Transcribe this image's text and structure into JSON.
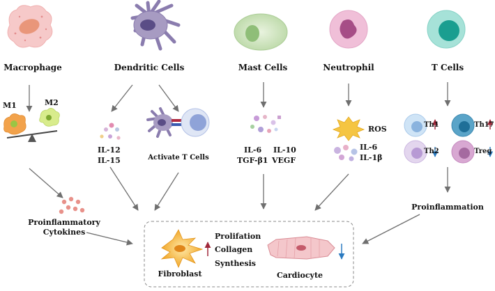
{
  "cells": {
    "macrophage": "Macrophage",
    "dendritic": "Dendritic Cells",
    "mast": "Mast Cells",
    "neutrophil": "Neutrophil",
    "tcells": "T Cells"
  },
  "macrophage_branch": {
    "m1": "M1",
    "m2": "M2",
    "cytokines_line1": "Proinflammatory",
    "cytokines_line2": "Cytokines"
  },
  "dendritic_branch": {
    "il12": "IL-12",
    "il15": "IL-15",
    "activate": "Activate T Cells"
  },
  "mast_branch": {
    "il6": "IL-6",
    "il10": "IL-10",
    "tgf": "TGF-β1",
    "vegf": "VEGF"
  },
  "neutrophil_branch": {
    "ros": "ROS",
    "il6": "IL-6",
    "il1b": "IL-1β"
  },
  "tcell_branch": {
    "th1": "Th1",
    "th17": "Th17",
    "th2": "Th2",
    "treg": "Treg",
    "proinflammation": "Proinflammation"
  },
  "outcome": {
    "prolif": "Prolifation",
    "collagen": "Collagen",
    "synthesis": "Synthesis",
    "fibroblast": "Fibroblast",
    "cardiocyte": "Cardiocyte"
  },
  "colors": {
    "arrow": "#6f6f6f",
    "up_arrow": "#a0283a",
    "down_arrow": "#2a7ac0"
  }
}
